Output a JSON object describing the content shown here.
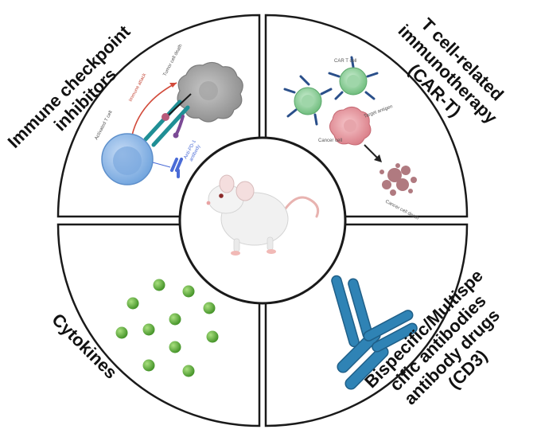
{
  "quadrants": {
    "top_left": {
      "title_lines": [
        "Immune checkpoint",
        "inhibitors"
      ],
      "labels": {
        "activated_t_cell": "Activated T cell",
        "immune_attack": "Immune attack",
        "tumor_cell_death": "Tumor cell death",
        "anti_pd1_line1": "Anti-PD-1",
        "anti_pd1_line2": "antibody"
      }
    },
    "top_right": {
      "title_lines": [
        "T cell-related",
        "immunotherapy",
        "(CAR-T)"
      ],
      "labels": {
        "car_t_cell": "CAR T cell",
        "target_antigen": "Target antigen",
        "cancer_cell": "Cancer cell",
        "cancer_cell_death": "Cancer cell death"
      }
    },
    "bottom_left": {
      "title_lines": [
        "Cytokines"
      ]
    },
    "bottom_right": {
      "title_lines": [
        "Bispecific/Multispe",
        "cific antibodies",
        "antibody drugs",
        "(CD3)"
      ]
    }
  },
  "colors": {
    "outline": "#1a1a1a",
    "antibody": "#2f83b5",
    "cytokine": "#5fb23e",
    "tcell": "#8ab8e8",
    "tumor": "#9a9a9a",
    "cancer": "#e89aa0",
    "car_t": "#8fcf9a",
    "debris": "#b07a80",
    "mouse": "#f1f1f1"
  },
  "icons": {
    "center": "mouse-icon",
    "cytokine": "cytokine-dot-icon",
    "antibody": "antibody-icon"
  }
}
